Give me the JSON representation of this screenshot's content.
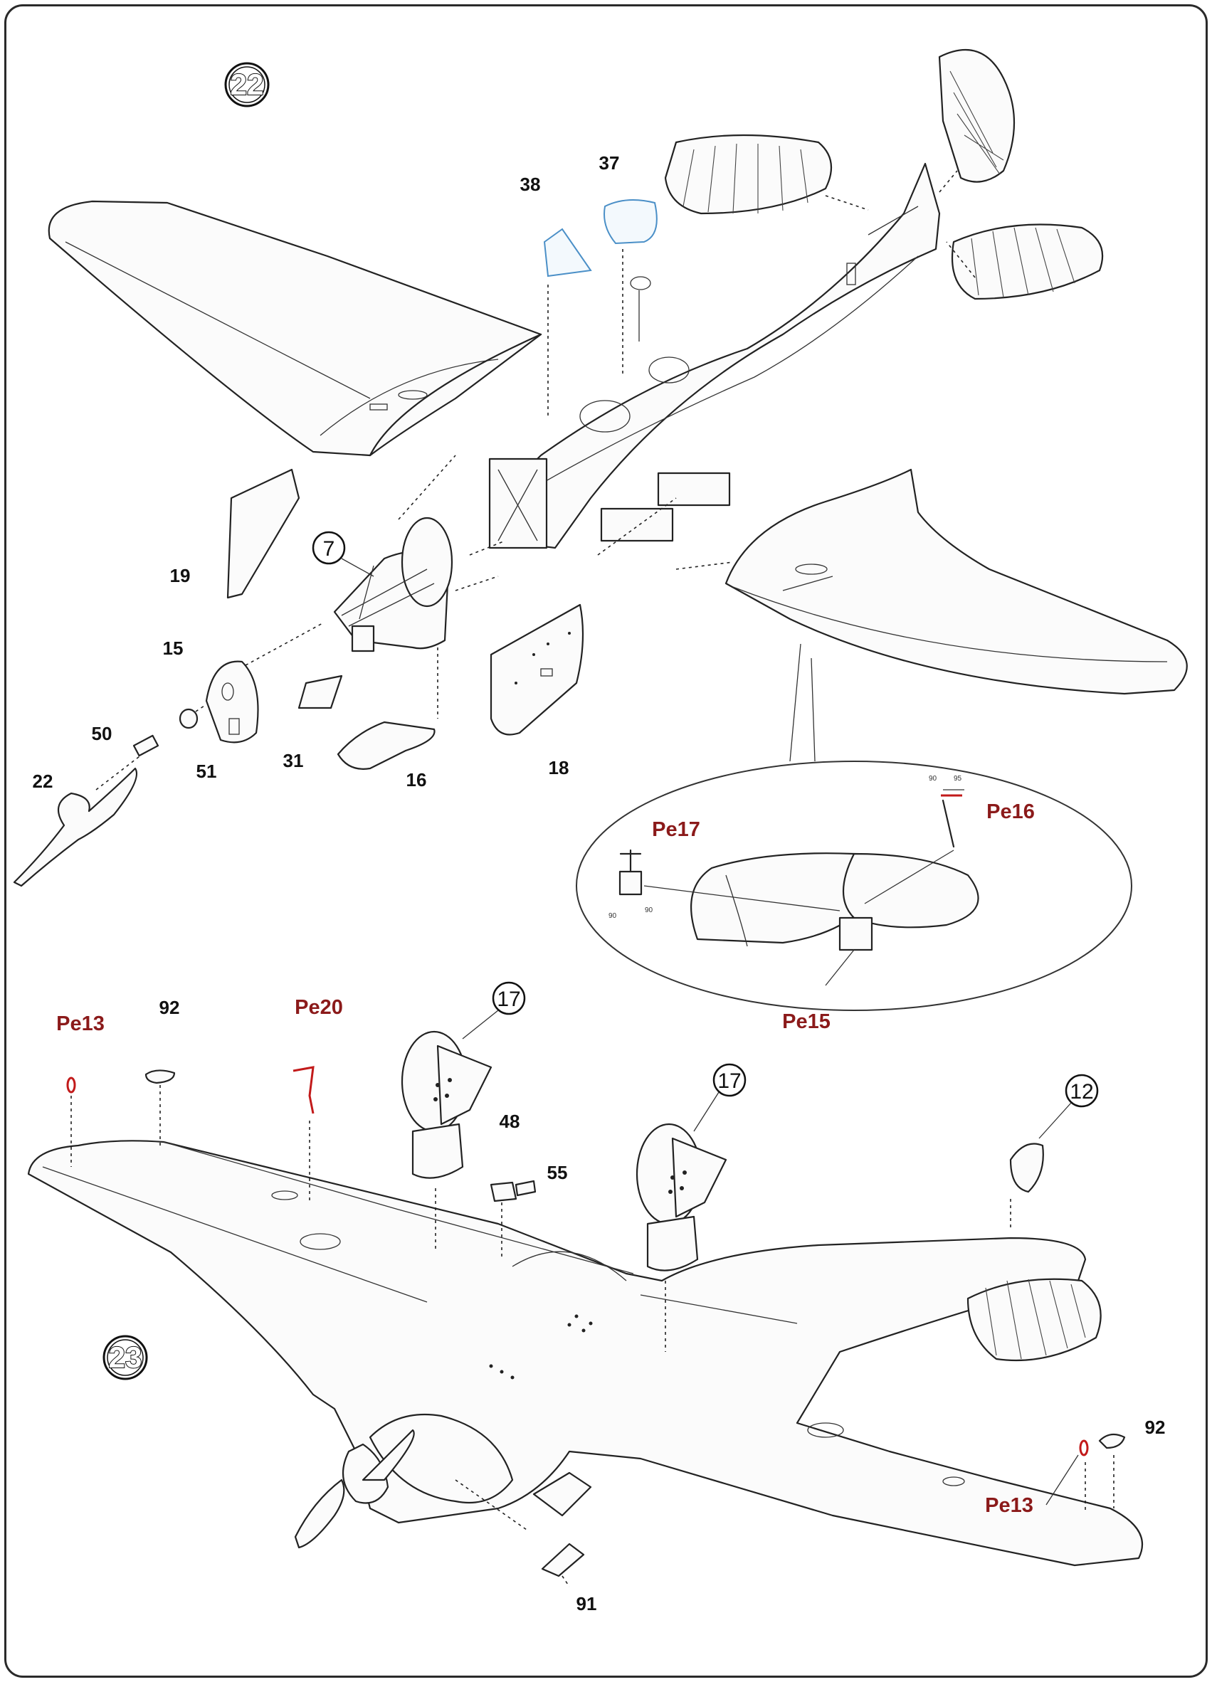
{
  "steps": {
    "step22": "22",
    "step23": "23"
  },
  "callouts": {
    "c7": "7",
    "c17a": "17",
    "c17b": "17",
    "c12": "12"
  },
  "parts": {
    "p38": "38",
    "p37": "37",
    "p19": "19",
    "p15": "15",
    "p50": "50",
    "p51": "51",
    "p22": "22",
    "p31": "31",
    "p16": "16",
    "p18": "18",
    "p92a": "92",
    "p48": "48",
    "p55": "55",
    "p91": "91",
    "p92b": "92"
  },
  "pe_parts": {
    "pe17": "Pe17",
    "pe16": "Pe16",
    "pe15": "Pe15",
    "pe13a": "Pe13",
    "pe20": "Pe20",
    "pe13b": "Pe13"
  },
  "bend_marks": {
    "pe17_a": "90",
    "pe17_b": "90",
    "pe16_a": "90",
    "pe16_b": "95"
  },
  "colors": {
    "photoetch_label": "#8b1a1a",
    "clear_part": "#4a8fc7",
    "photoetch_part": "#c21a1a"
  }
}
